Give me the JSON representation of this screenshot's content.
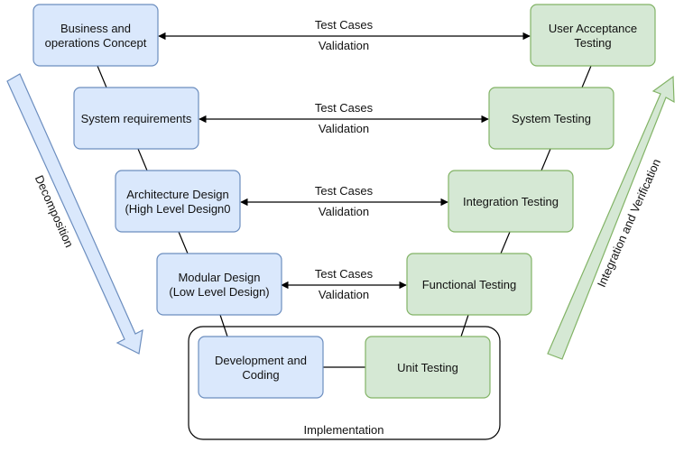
{
  "colors": {
    "left_fill": "#dae8fc",
    "left_stroke": "#6c8ebf",
    "right_fill": "#d5e8d4",
    "right_stroke": "#82b366",
    "line": "#000000"
  },
  "left_boxes": [
    {
      "lines": [
        "Business and",
        "operations Concept"
      ]
    },
    {
      "lines": [
        "System requirements"
      ]
    },
    {
      "lines": [
        "Architecture Design",
        "(High Level Design0"
      ]
    },
    {
      "lines": [
        "Modular Design",
        "(Low Level Design)"
      ]
    }
  ],
  "right_boxes": [
    {
      "lines": [
        "User Acceptance",
        "Testing"
      ]
    },
    {
      "lines": [
        "System Testing"
      ]
    },
    {
      "lines": [
        "Integration Testing"
      ]
    },
    {
      "lines": [
        "Functional Testing"
      ]
    }
  ],
  "bottom": {
    "left": {
      "lines": [
        "Development and",
        "Coding"
      ]
    },
    "right": {
      "lines": [
        "Unit Testing"
      ]
    },
    "container_label": "Implementation"
  },
  "connections": [
    {
      "top": "Test Cases",
      "bottom": "Validation"
    },
    {
      "top": "Test Cases",
      "bottom": "Validation"
    },
    {
      "top": "Test Cases",
      "bottom": "Validation"
    },
    {
      "top": "Test Cases",
      "bottom": "Validation"
    }
  ],
  "side_labels": {
    "left": "Decomposition",
    "right": "Integration and Verification"
  }
}
